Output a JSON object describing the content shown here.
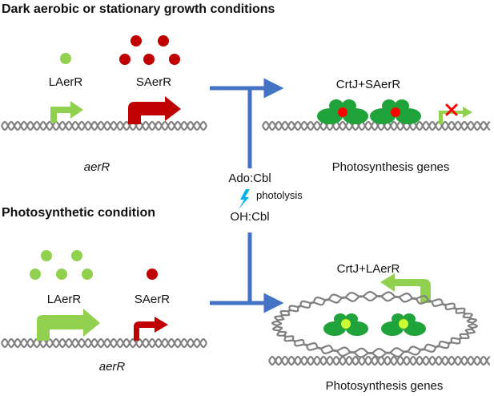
{
  "titles": {
    "dark": "Dark aerobic or stationary growth conditions",
    "photo": "Photosynthetic condition"
  },
  "labels": {
    "laerr_top": "LAerR",
    "saerr_top": "SAerR",
    "laerr_bottom": "LAerR",
    "saerr_bottom": "SAerR",
    "gene_top": "aerR",
    "gene_bottom": "aerR",
    "complex_top": "CrtJ+SAerR",
    "complex_bottom": "CrtJ+LAerR",
    "target_top": "Photosynthesis genes",
    "target_bottom": "Photosynthesis genes",
    "ado_cbl": "Ado:Cbl",
    "oh_cbl": "OH:Cbl",
    "photolysis": "photolysis"
  },
  "colors": {
    "light_green": "#92D050",
    "dark_red": "#C00000",
    "blue": "#4472C4",
    "crtj_green": "#1FA33A",
    "red_dot": "#FF0000",
    "yellow_green": "#CCFF33",
    "dna_gray": "#808080",
    "cross_red": "#FF0000"
  },
  "icons": {
    "photolysis": "lightning-bolt-icon",
    "blocked_promoter": "red-x-icon"
  }
}
